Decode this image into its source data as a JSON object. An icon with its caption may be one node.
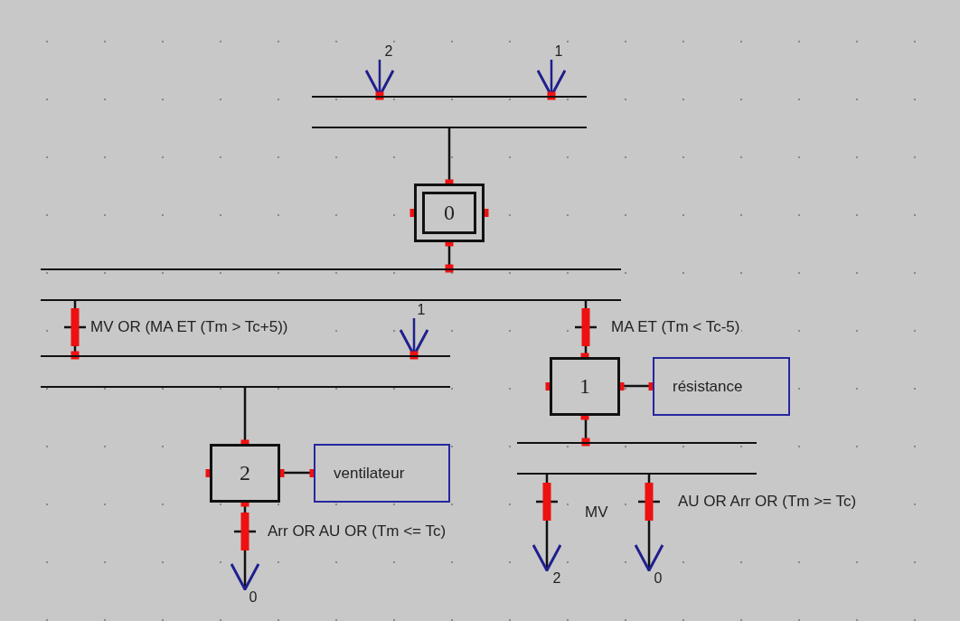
{
  "diagram": {
    "nodes": [
      {
        "text": [
          "0"
        ]
      },
      {
        "text": [
          "1"
        ]
      },
      {
        "text": [
          "résistance"
        ]
      },
      {
        "text": [
          "2"
        ]
      },
      {
        "text": [
          "ventilateur"
        ]
      },
      {
        "text": [],
        "shape": "bar"
      },
      {
        "text": [],
        "shape": "bar"
      },
      {
        "text": [],
        "shape": "bar"
      },
      {
        "text": [],
        "shape": "bar"
      },
      {
        "text": [
          "2"
        ]
      },
      {
        "text": [
          "1"
        ]
      },
      {
        "text": [
          "1"
        ]
      },
      {
        "text": [
          "2"
        ]
      },
      {
        "text": [
          "0"
        ]
      },
      {
        "text": [
          "0"
        ]
      }
    ],
    "edges": [
      {
        "from": 9,
        "to": 5,
        "arrow": "to",
        "color": "#1f1f8f"
      },
      {
        "from": 10,
        "to": 5,
        "arrow": "to",
        "color": "#1f1f8f"
      },
      {
        "from": 5,
        "to": 0,
        "arrow": "none"
      },
      {
        "from": 0,
        "to": 6,
        "arrow": "none"
      },
      {
        "from": 6,
        "to": 7,
        "arrow": "none",
        "label": "MV OR (MA ET (Tm > Tc+5))"
      },
      {
        "from": 11,
        "to": 7,
        "arrow": "to",
        "color": "#1f1f8f"
      },
      {
        "from": 7,
        "to": 3,
        "arrow": "none"
      },
      {
        "from": 3,
        "to": 4,
        "arrow": "none"
      },
      {
        "from": 3,
        "to": 14,
        "arrow": "to",
        "label": "Arr OR AU OR (Tm <= Tc)"
      },
      {
        "from": 6,
        "to": 1,
        "arrow": "none",
        "label": "MA ET (Tm < Tc-5)"
      },
      {
        "from": 1,
        "to": 2,
        "arrow": "none"
      },
      {
        "from": 1,
        "to": 8,
        "arrow": "none"
      },
      {
        "from": 8,
        "to": 12,
        "arrow": "to",
        "label": "MV"
      },
      {
        "from": 8,
        "to": 13,
        "arrow": "to",
        "label": "AU OR Arr OR (Tm >= Tc)"
      }
    ]
  }
}
